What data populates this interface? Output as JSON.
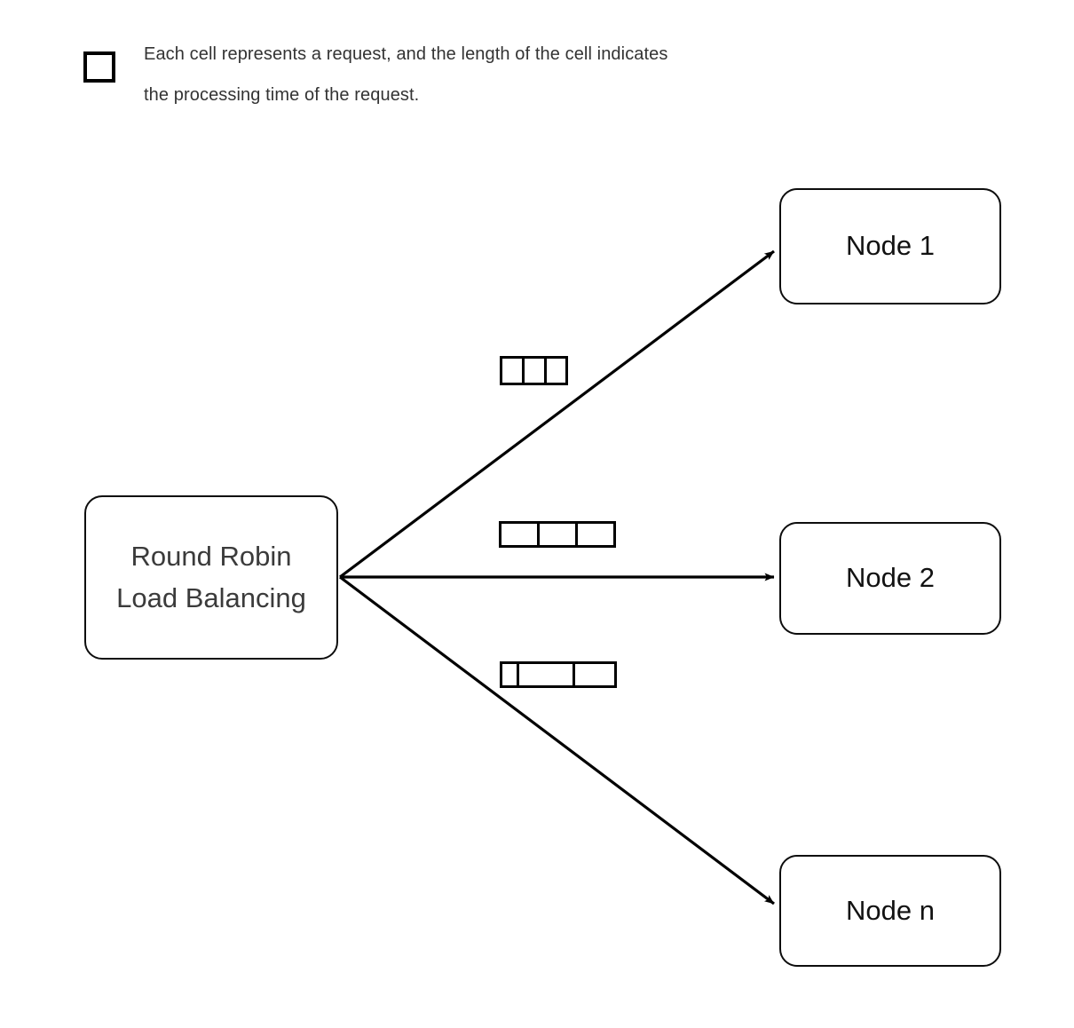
{
  "legend": {
    "swatch_icon": "request-cell-square-icon",
    "text": "Each cell represents a request, and the length of the cell indicates\nthe processing time of the request."
  },
  "diagram": {
    "type": "flow-diagram",
    "title": "Round Robin Load Balancing",
    "source": {
      "label": "Round Robin\nLoad Balancing",
      "text_color": "#3b3b3b"
    },
    "nodes": [
      {
        "id": "node-1",
        "label": "Node 1"
      },
      {
        "id": "node-2",
        "label": "Node 2"
      },
      {
        "id": "node-n",
        "label": "Node n"
      }
    ],
    "edges": [
      {
        "from": "source",
        "to": "node-1",
        "direction": "up-right",
        "arrowhead": "filled-triangle"
      },
      {
        "from": "source",
        "to": "node-2",
        "direction": "right",
        "arrowhead": "filled-triangle"
      },
      {
        "from": "source",
        "to": "node-n",
        "direction": "down-right",
        "arrowhead": "filled-triangle"
      }
    ],
    "request_queues": [
      {
        "for": "node-1",
        "cell_count": 3,
        "cell_widths": [
          22,
          22,
          21
        ]
      },
      {
        "for": "node-2",
        "cell_count": 3,
        "cell_widths": [
          40,
          40,
          40
        ]
      },
      {
        "for": "node-n",
        "cell_count": 3,
        "cell_widths": [
          16,
          60,
          44
        ]
      }
    ],
    "colors": {
      "stroke": "#0d0d0d",
      "cell_stroke": "#000000",
      "node_text": "#121212",
      "source_text": "#3b3b3b",
      "legend_text": "#333333",
      "background": "#ffffff"
    }
  }
}
